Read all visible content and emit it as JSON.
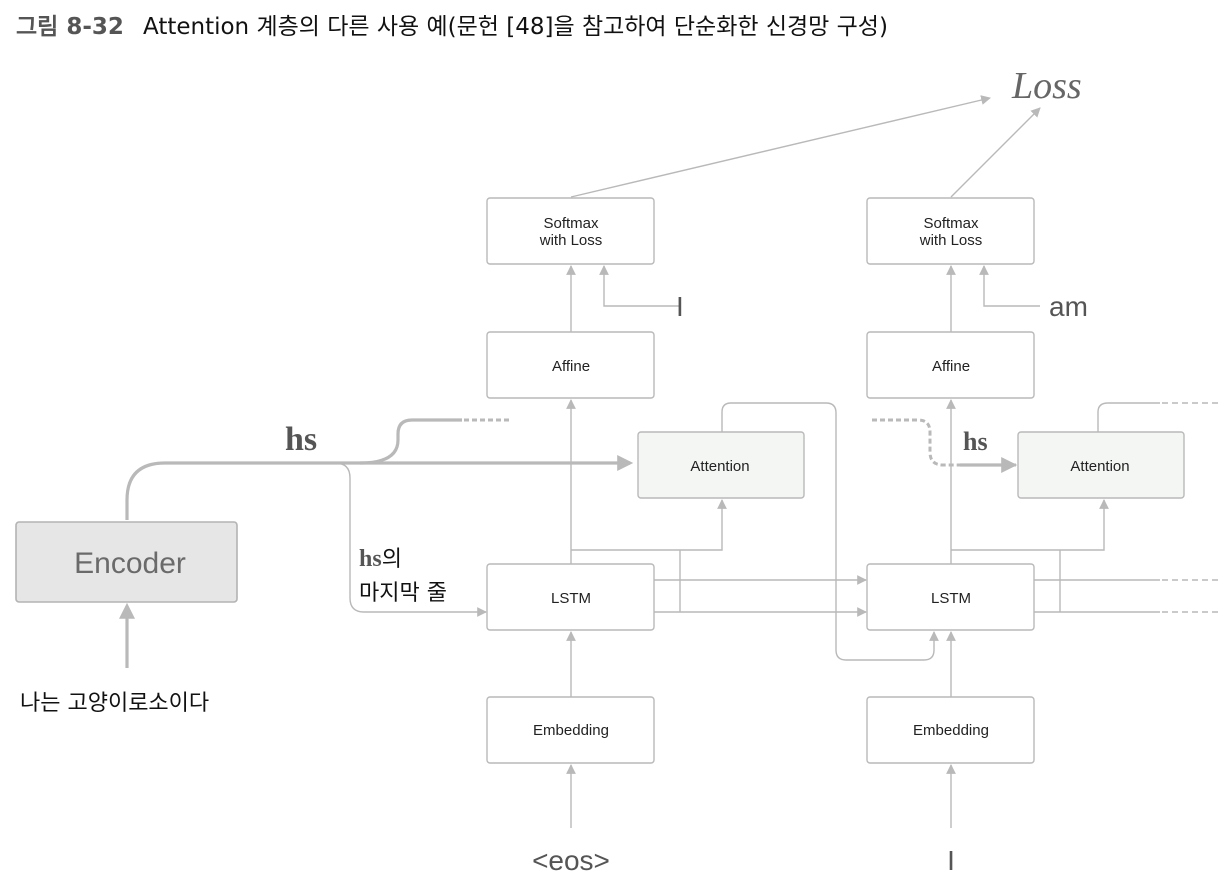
{
  "figure": {
    "number": "그림 8-32",
    "caption": "Attention 계층의 다른 사용 예(문헌 [48]을 참고하여 단순화한 신경망 구성)"
  },
  "encoder": {
    "label": "Encoder",
    "input": "나는 고양이로소이다"
  },
  "hs": {
    "label": "hs",
    "last_row_suffix": "의",
    "last_row_line2": "마지막 줄"
  },
  "loss": {
    "label": "Loss"
  },
  "steps": [
    {
      "input": "<eos>",
      "target": "I",
      "softmax_line1": "Softmax",
      "softmax_line2": "with Loss",
      "affine": "Affine",
      "attention": "Attention",
      "lstm": "LSTM",
      "embedding": "Embedding"
    },
    {
      "input": "I",
      "target": "am",
      "softmax_line1": "Softmax",
      "softmax_line2": "with Loss",
      "affine": "Affine",
      "attention": "Attention",
      "lstm": "LSTM",
      "embedding": "Embedding",
      "hs_label": "hs"
    }
  ],
  "colors": {
    "line": "#b9b9b9",
    "encoder_fill": "#e6e6e6",
    "attention_fill": "#f4f6f4"
  }
}
